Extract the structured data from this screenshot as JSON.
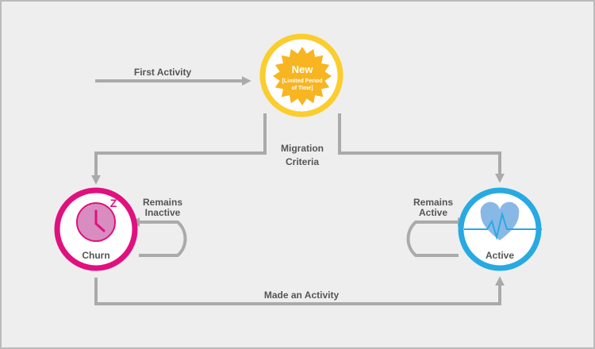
{
  "colors": {
    "background": "#eeeeee",
    "border": "#bbbbbb",
    "arrow": "#aaaaaa",
    "label": "#555555",
    "new_ring": "#fbcd2d",
    "new_star": "#f7b521",
    "churn_ring": "#e0117f",
    "churn_fill": "#d88cbf",
    "active_ring": "#27aae1",
    "active_heart": "#8ab8e6",
    "active_pulse": "#27aae1"
  },
  "nodes": {
    "new": {
      "title": "New",
      "subtitle_line1": "[Limited Period",
      "subtitle_line2": "of Time]",
      "icon": "starburst-icon"
    },
    "churn": {
      "label": "Churn",
      "icon": "sleeping-clock-icon",
      "sleep_glyph": "Z"
    },
    "active": {
      "label": "Active",
      "icon": "heartbeat-icon"
    }
  },
  "edges": {
    "first_activity": "First Activity",
    "migration_line1": "Migration",
    "migration_line2": "Criteria",
    "remains_inactive_line1": "Remains",
    "remains_inactive_line2": "Inactive",
    "remains_active_line1": "Remains",
    "remains_active_line2": "Active",
    "made_activity": "Made an Activity"
  }
}
